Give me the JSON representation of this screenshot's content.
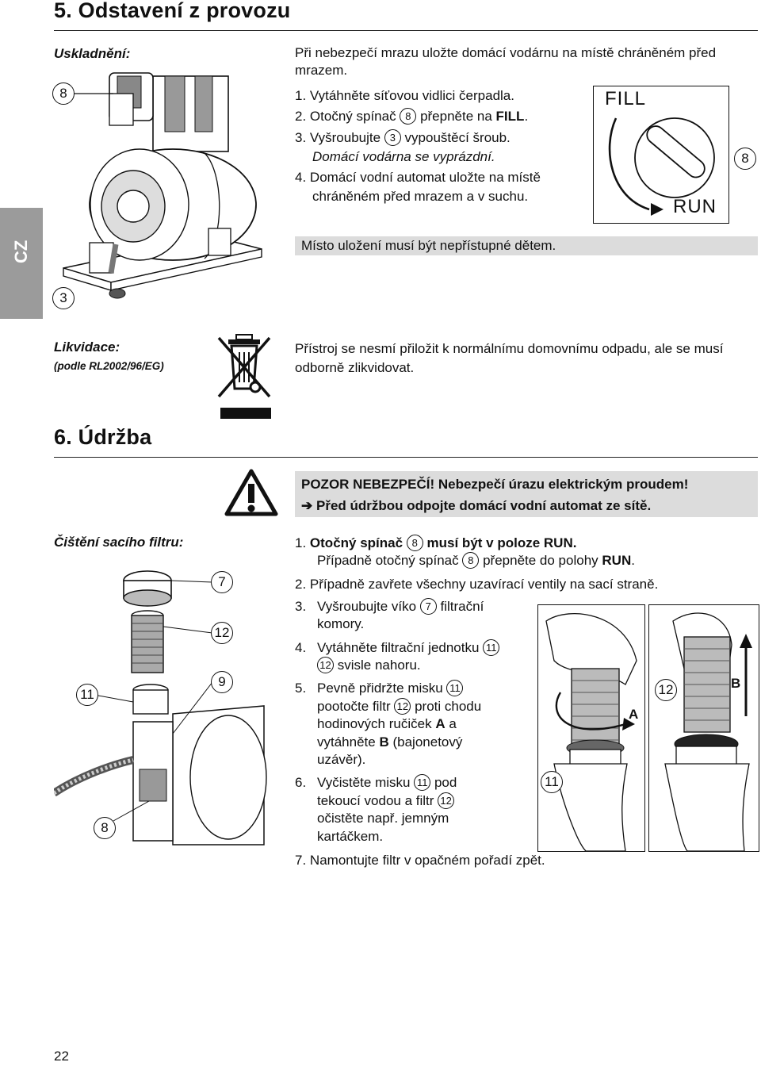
{
  "section5": {
    "title": "5. Odstavení z provozu",
    "storage": {
      "label": "Uskladnění:",
      "intro": "Při nebezpečí mrazu uložte domácí vodárnu na místě chráněném před mrazem.",
      "steps": [
        {
          "n": "1.",
          "text": "Vytáhněte síťovou vidlici čerpadla."
        },
        {
          "n": "2.",
          "pre": "Otočný spínač",
          "num": "8",
          "mid": "přepněte na",
          "bold": "FILL",
          "post": "."
        },
        {
          "n": "3.",
          "pre": "Vyšroubujte",
          "num": "3",
          "post": "vypouštěcí šroub.",
          "italic": "Domácí vodárna se vyprázdní."
        },
        {
          "n": "4.",
          "text": "Domácí vodní automat uložte na místě chráněném před mrazem a v suchu."
        }
      ],
      "note": "Místo uložení musí být nepřístupné dětem.",
      "figure_callouts": [
        "8",
        "3"
      ],
      "switch_labels": {
        "fill": "FILL",
        "run": "RUN",
        "callout": "8"
      }
    },
    "disposal": {
      "label": "Likvidace:",
      "sublabel": "(podle RL2002/96/EG)",
      "text": "Přístroj se nesmí přiložit k normálnímu domovnímu odpadu, ale se musí odborně zlikvidovat."
    }
  },
  "side_tab": "CZ",
  "section6": {
    "title": "6. Údržba",
    "warning": {
      "line1": "POZOR NEBEZPEČÍ! Nebezpečí úrazu elektrickým proudem!",
      "arrow": "➔",
      "line2": "Před údržbou odpojte domácí vodní automat ze sítě."
    },
    "filter": {
      "label": "Čištění sacího filtru:",
      "figure_callouts": [
        "7",
        "12",
        "9",
        "11",
        "8"
      ],
      "steps": [
        {
          "n": "1.",
          "b1": "Otočný spínač",
          "num": "8",
          "b2": "musí být v poloze RUN.",
          "sub_pre": "Případně otočný spínač",
          "sub_num": "8",
          "sub_mid": "přepněte do polohy",
          "sub_bold": "RUN",
          "sub_post": "."
        },
        {
          "n": "2.",
          "text": "Případně zavřete všechny uzavírací ventily na sací straně."
        },
        {
          "n": "3.",
          "pre": "Vyšroubujte víko",
          "num": "7",
          "post": "filtrační komory."
        },
        {
          "n": "4.",
          "pre": "Vytáhněte filtrační jednotku",
          "num1": "11",
          "num2": "12",
          "post": "svisle nahoru."
        },
        {
          "n": "5.",
          "pre": "Pevně přidržte misku",
          "num": "11",
          "mid": "pootočte filtr",
          "num2": "12",
          "mid2": "proti chodu hodinových ručiček",
          "bold": "A",
          "mid3": "a vytáhněte",
          "bold2": "B",
          "post": "(bajonetový uzávěr)."
        },
        {
          "n": "6.",
          "pre": "Vyčistěte misku",
          "num": "11",
          "mid": "pod tekoucí vodou a filtr",
          "num2": "12",
          "post": "očistěte např. jemným kartáčkem."
        },
        {
          "n": "7.",
          "text": "Namontujte filtr v opačném pořadí zpět."
        }
      ],
      "photo_labels": {
        "left_callout": "11",
        "left_arrow": "A",
        "right_callout": "12",
        "right_arrow": "B"
      }
    }
  },
  "page_number": "22"
}
